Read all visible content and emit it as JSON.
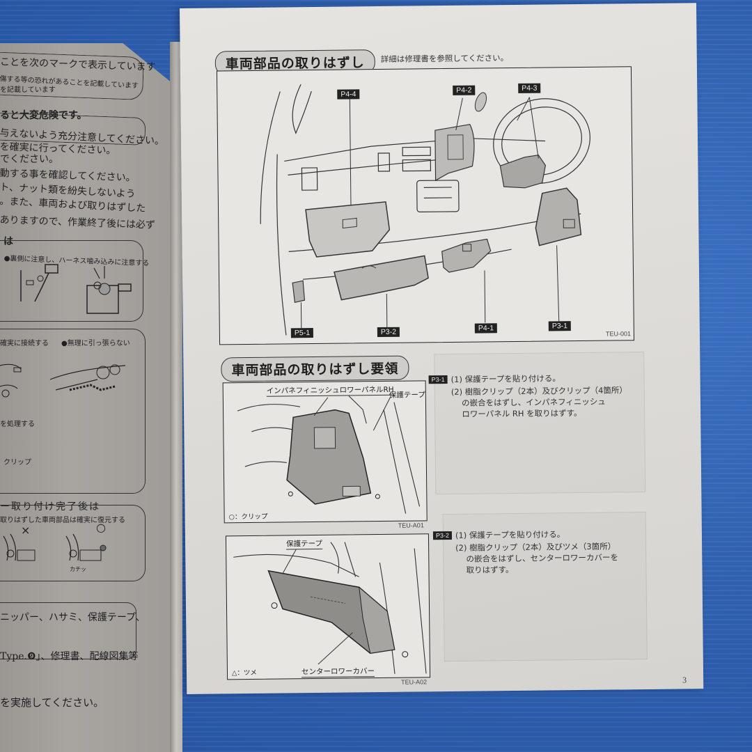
{
  "left_page": {
    "notice_box": {
      "lines": [
        "ことを次のマークで表示しています",
        "傷する等の恐れがあることを記載しています",
        "を記載しています"
      ]
    },
    "danger_heading": "ると大変危険です。",
    "danger_box_line": "与えないよう充分注意してください。",
    "instructions": [
      "を確実に行ってください。",
      "でください。",
      "動する事を確認してください。",
      "ト、ナット類を紛失しないよう",
      "。また、車両および取りはずした",
      "ありますので、作業終了後には必ず"
    ],
    "caution_box": {
      "title": "は",
      "item1": "●裏側に注意し、ハーネス噛み込みに注意する"
    },
    "connect_box": {
      "item1": "確実に接続する",
      "item2": "●無理に引っ張らない",
      "item3": "を処理する",
      "item4": "クリップ"
    },
    "completion_box": {
      "title": "ー取り付け完了後は",
      "item1": "取りはずした車両部品は確実に復元する",
      "mark_bad": "×",
      "mark_good": "○",
      "sound": "カチッ"
    },
    "tools_box": {
      "line1": "ニッパー、ハサミ、保護テープ、",
      "line2": "Type.❾」、修理書、配線図集等"
    },
    "footer_text": "を実施してください。"
  },
  "right_page": {
    "section1": {
      "title": "車両部品の取りはずし",
      "note": "詳細は修理書を参照してください。",
      "figure_id": "TEU-001",
      "tags": [
        "P4-4",
        "P4-2",
        "P4-3",
        "P5-1",
        "P3-2",
        "P4-1",
        "P3-1"
      ]
    },
    "section2": {
      "title": "車両部品の取りはずし要領",
      "steps": [
        {
          "tag": "P3-1",
          "figure_id": "TEU-A01",
          "figure_labels": {
            "part": "インパネフィニッシュロワーパネルRH",
            "tape": "保護テープ",
            "legend": "○：クリップ"
          },
          "lines": [
            "(1) 保護テープを貼り付ける。",
            "(2) 樹脂クリップ（2本）及びクリップ（4箇所）",
            "　 の嵌合をはずし、インパネフィニッシュ",
            "　 ロワーパネル RH を取りはずす。"
          ]
        },
        {
          "tag": "P3-2",
          "figure_id": "TEU-A02",
          "figure_labels": {
            "part": "センターロワーカバー",
            "tape": "保護テープ",
            "legend": "△：ツメ"
          },
          "lines": [
            "(1) 保護テープを貼り付ける。",
            "(2) 樹脂クリップ（2本）及びツメ（3箇所）",
            "　 の嵌合をはずし、センターロワーカバーを",
            "　 取りはずす。"
          ]
        }
      ]
    },
    "page_number": "3"
  },
  "colors": {
    "background_blue": "#2f63b5",
    "paper": "#dedcd8",
    "tag_bg": "#222222"
  }
}
